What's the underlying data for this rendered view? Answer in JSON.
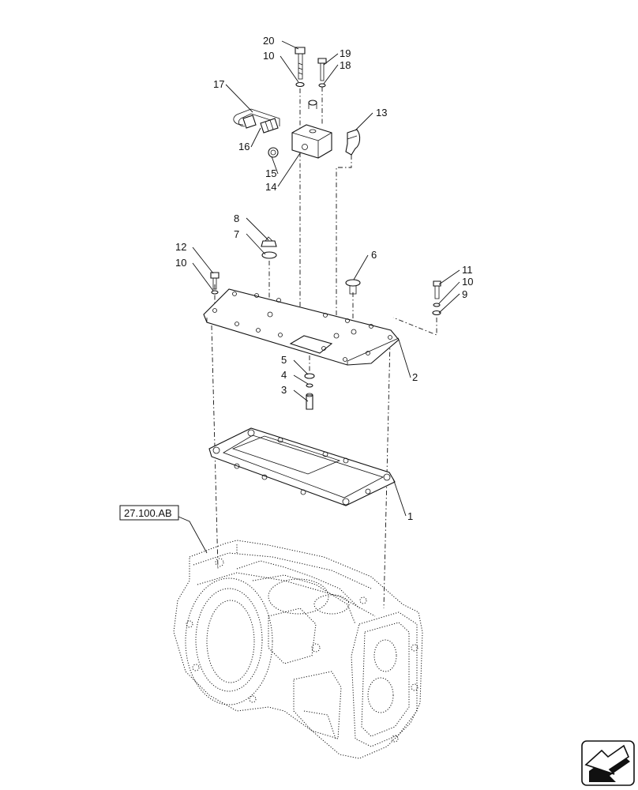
{
  "diagram": {
    "reference_label": "27.100.AB",
    "callouts": [
      "20",
      "10",
      "19",
      "18",
      "17",
      "13",
      "16",
      "15",
      "14",
      "8",
      "7",
      "6",
      "12",
      "10",
      "11",
      "10",
      "9",
      "5",
      "4",
      "3",
      "2",
      "1"
    ],
    "nav_icon": "arrow-navigation-icon"
  }
}
